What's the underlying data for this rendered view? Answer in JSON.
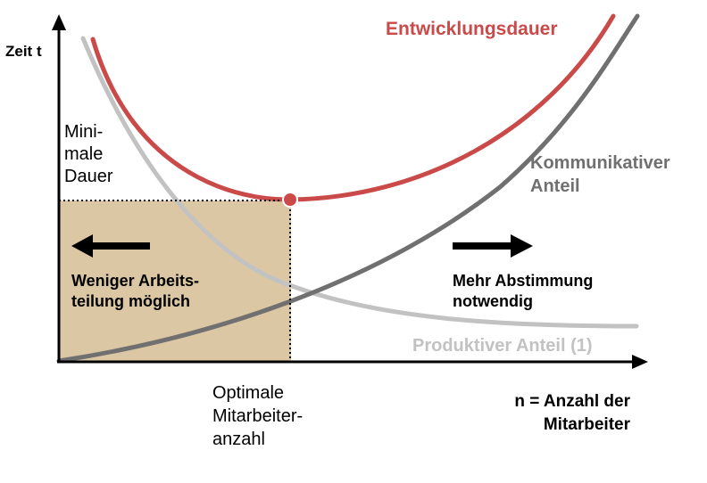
{
  "axes": {
    "y_label": "Zeit t",
    "x_label_lines": [
      "n = Anzahl der",
      "Mitarbeiter"
    ]
  },
  "curves": {
    "total": "Entwicklungsdauer",
    "communication_lines": [
      "Kommunikativer",
      "Anteil"
    ],
    "productive": "Produktiver Anteil (1)"
  },
  "annotations": {
    "min_duration_lines": [
      "Mini-",
      "male",
      "Dauer"
    ],
    "optimal_count_lines": [
      "Optimale",
      "Mitarbeiter-",
      "anzahl"
    ],
    "left_hint_lines": [
      "Weniger Arbeits-",
      "teilung möglich"
    ],
    "right_hint_lines": [
      "Mehr Abstimmung",
      "notwendig"
    ]
  },
  "colors": {
    "total_curve": "#c94a48",
    "communication_curve": "#707070",
    "productive_curve": "#c2c2c2",
    "shaded_region": "#dcc7a4",
    "axis": "#000000"
  }
}
